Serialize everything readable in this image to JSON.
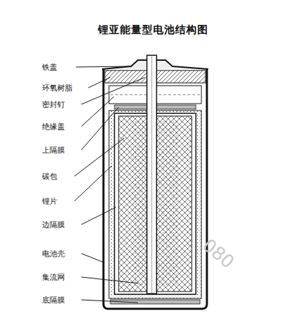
{
  "diagram": {
    "title": "锂亚能量型电池结构图",
    "labels": [
      "铁盖",
      "环氧树脂",
      "密封钉",
      "绝缘盖",
      "上隔膜",
      "碳包",
      "锂片",
      "边隔膜",
      "电池壳",
      "集流网",
      "底隔膜",
      "080"
    ]
  }
}
